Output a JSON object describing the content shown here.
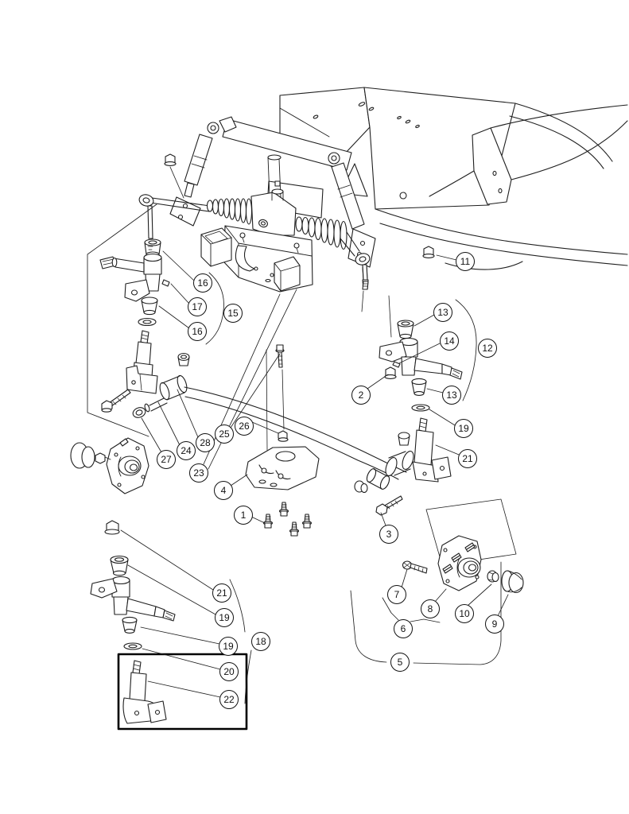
{
  "figure": {
    "kind": "exploded-parts-diagram"
  },
  "callouts": [
    {
      "label": "16"
    },
    {
      "label": "17"
    },
    {
      "label": "15"
    },
    {
      "label": "16"
    },
    {
      "label": "11"
    },
    {
      "label": "13"
    },
    {
      "label": "14"
    },
    {
      "label": "12"
    },
    {
      "label": "2"
    },
    {
      "label": "13"
    },
    {
      "label": "19"
    },
    {
      "label": "21"
    },
    {
      "label": "26"
    },
    {
      "label": "25"
    },
    {
      "label": "28"
    },
    {
      "label": "24"
    },
    {
      "label": "27"
    },
    {
      "label": "23"
    },
    {
      "label": "4"
    },
    {
      "label": "1"
    },
    {
      "label": "3"
    },
    {
      "label": "7"
    },
    {
      "label": "8"
    },
    {
      "label": "10"
    },
    {
      "label": "9"
    },
    {
      "label": "6"
    },
    {
      "label": "5"
    },
    {
      "label": "21"
    },
    {
      "label": "19"
    },
    {
      "label": "19"
    },
    {
      "label": "18"
    },
    {
      "label": "20"
    },
    {
      "label": "22"
    }
  ]
}
